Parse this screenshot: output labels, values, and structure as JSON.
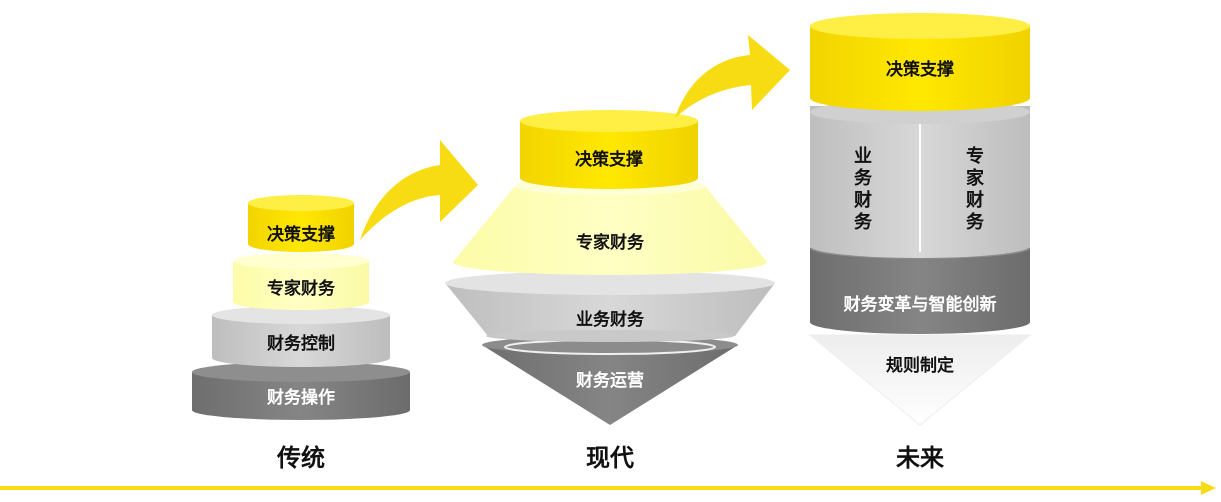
{
  "colors": {
    "yellow": "#FFE500",
    "light_yellow": "#FFFFB0",
    "gray_light": "#D2D2D2",
    "gray_mid": "#B9B9B9",
    "gray_dark": "#7A7A7A",
    "white": "#FFFFFF"
  },
  "traditional": {
    "era_label": "传统",
    "tier_decision": "决策支撑",
    "tier_expert": "专家财务",
    "tier_control": "财务控制",
    "tier_operation": "财务操作"
  },
  "modern": {
    "era_label": "现代",
    "tier_decision": "决策支撑",
    "tier_expert": "专家财务",
    "tier_business": "业务财务",
    "tier_operation": "财务运营"
  },
  "future": {
    "era_label": "未来",
    "tier_decision": "决策支撑",
    "business_finance": [
      "业",
      "务",
      "财",
      "务"
    ],
    "expert_finance": [
      "专",
      "家",
      "财",
      "务"
    ],
    "tier_transform": "财务变革与智能创新",
    "tier_rules": "规则制定"
  }
}
